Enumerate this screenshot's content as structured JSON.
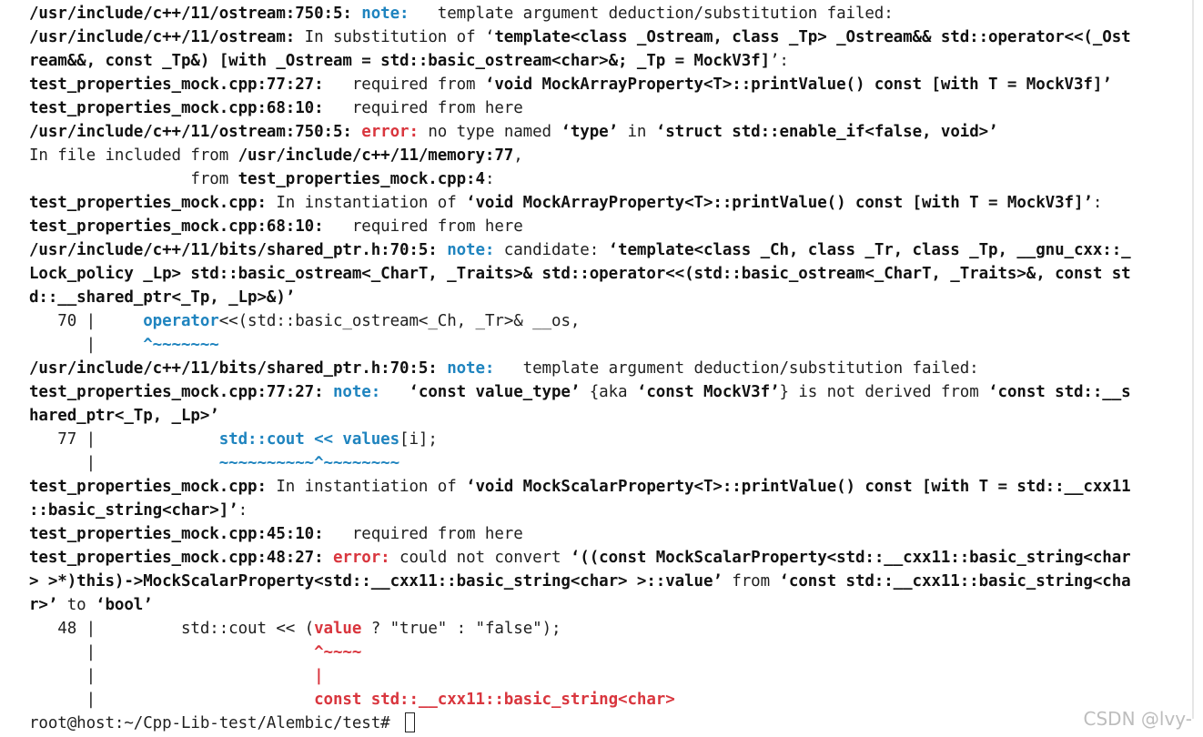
{
  "terminal": {
    "lines": [
      [
        {
          "t": "/usr/include/c++/11/ostream:750:5: ",
          "c": "b"
        },
        {
          "t": "note:",
          "c": "note"
        },
        {
          "t": "   template argument deduction/substitution failed:",
          "c": ""
        }
      ],
      [
        {
          "t": "/usr/include/c++/11/ostream:",
          "c": "b"
        },
        {
          "t": " In substitution of ",
          "c": ""
        },
        {
          "t": "‘",
          "c": ""
        },
        {
          "t": "template<class _Ostream, class _Tp> _Ostream&& std::operator<<(_Ost",
          "c": "b"
        }
      ],
      [
        {
          "t": "ream&&, const _Tp&) [with _Ostream = std::basic_ostream<char>&; _Tp = MockV3f]",
          "c": "b"
        },
        {
          "t": "’:",
          "c": ""
        }
      ],
      [
        {
          "t": "test_properties_mock.cpp:77:27:",
          "c": "b"
        },
        {
          "t": "   required from ",
          "c": ""
        },
        {
          "t": "‘void MockArrayProperty<T>::printValue() const [with T = MockV3f]’",
          "c": "b"
        }
      ],
      [
        {
          "t": "test_properties_mock.cpp:68:10:",
          "c": "b"
        },
        {
          "t": "   required from here",
          "c": ""
        }
      ],
      [
        {
          "t": "/usr/include/c++/11/ostream:750:5: ",
          "c": "b"
        },
        {
          "t": "error:",
          "c": "err"
        },
        {
          "t": " no type named ",
          "c": ""
        },
        {
          "t": "‘type’",
          "c": "b"
        },
        {
          "t": " in ",
          "c": ""
        },
        {
          "t": "‘struct std::enable_if<false, void>’",
          "c": "b"
        }
      ],
      [
        {
          "t": "In file included from ",
          "c": ""
        },
        {
          "t": "/usr/include/c++/11/memory:77",
          "c": "b"
        },
        {
          "t": ",",
          "c": ""
        }
      ],
      [
        {
          "t": "                 from ",
          "c": ""
        },
        {
          "t": "test_properties_mock.cpp:4",
          "c": "b"
        },
        {
          "t": ":",
          "c": ""
        }
      ],
      [
        {
          "t": "test_properties_mock.cpp:",
          "c": "b"
        },
        {
          "t": " In instantiation of ",
          "c": ""
        },
        {
          "t": "‘void MockArrayProperty<T>::printValue() const [with T = MockV3f]’",
          "c": "b"
        },
        {
          "t": ":",
          "c": ""
        }
      ],
      [
        {
          "t": "test_properties_mock.cpp:68:10:",
          "c": "b"
        },
        {
          "t": "   required from here",
          "c": ""
        }
      ],
      [
        {
          "t": "/usr/include/c++/11/bits/shared_ptr.h:70:5: ",
          "c": "b"
        },
        {
          "t": "note:",
          "c": "note"
        },
        {
          "t": " candidate: ",
          "c": ""
        },
        {
          "t": "‘template<class _Ch, class _Tr, class _Tp, __gnu_cxx::_",
          "c": "b"
        }
      ],
      [
        {
          "t": "Lock_policy _Lp> std::basic_ostream<_CharT, _Traits>& std::operator<<(std::basic_ostream<_CharT, _Traits>&, const st",
          "c": "b"
        }
      ],
      [
        {
          "t": "d::__shared_ptr<_Tp, _Lp>&)’",
          "c": "b"
        }
      ],
      [
        {
          "t": "   70 | ",
          "c": "gutter"
        },
        {
          "t": "    ",
          "c": ""
        },
        {
          "t": "operator",
          "c": "code-kw"
        },
        {
          "t": "<<(std::basic_ostream<_Ch, _Tr>& __os,",
          "c": ""
        }
      ],
      [
        {
          "t": "      | ",
          "c": "gutter"
        },
        {
          "t": "    ",
          "c": ""
        },
        {
          "t": "^~~~~~~~",
          "c": "tilde-blue"
        }
      ],
      [
        {
          "t": "/usr/include/c++/11/bits/shared_ptr.h:70:5: ",
          "c": "b"
        },
        {
          "t": "note:",
          "c": "note"
        },
        {
          "t": "   template argument deduction/substitution failed:",
          "c": ""
        }
      ],
      [
        {
          "t": "test_properties_mock.cpp:77:27: ",
          "c": "b"
        },
        {
          "t": "note:",
          "c": "note"
        },
        {
          "t": "   ",
          "c": ""
        },
        {
          "t": "‘const value_type’",
          "c": "b"
        },
        {
          "t": " {aka ",
          "c": ""
        },
        {
          "t": "‘const MockV3f’",
          "c": "b"
        },
        {
          "t": "} is not derived from ",
          "c": ""
        },
        {
          "t": "‘const std::__s",
          "c": "b"
        }
      ],
      [
        {
          "t": "hared_ptr<_Tp, _Lp>’",
          "c": "b"
        }
      ],
      [
        {
          "t": "   77 | ",
          "c": "gutter"
        },
        {
          "t": "            ",
          "c": ""
        },
        {
          "t": "std::cout << values",
          "c": "code-kw"
        },
        {
          "t": "[i];",
          "c": ""
        }
      ],
      [
        {
          "t": "      | ",
          "c": "gutter"
        },
        {
          "t": "            ",
          "c": ""
        },
        {
          "t": "~~~~~~~~~~^~~~~~~~~",
          "c": "tilde-blue"
        }
      ],
      [
        {
          "t": "test_properties_mock.cpp:",
          "c": "b"
        },
        {
          "t": " In instantiation of ",
          "c": ""
        },
        {
          "t": "‘void MockScalarProperty<T>::printValue() const [with T = std::__cxx11",
          "c": "b"
        }
      ],
      [
        {
          "t": "::basic_string<char>]’",
          "c": "b"
        },
        {
          "t": ":",
          "c": ""
        }
      ],
      [
        {
          "t": "test_properties_mock.cpp:45:10:",
          "c": "b"
        },
        {
          "t": "   required from here",
          "c": ""
        }
      ],
      [
        {
          "t": "test_properties_mock.cpp:48:27: ",
          "c": "b"
        },
        {
          "t": "error:",
          "c": "err"
        },
        {
          "t": " could not convert ",
          "c": ""
        },
        {
          "t": "‘((const MockScalarProperty<std::__cxx11::basic_string<char",
          "c": "b"
        }
      ],
      [
        {
          "t": "> >*)this)->MockScalarProperty<std::__cxx11::basic_string<char> >::value’",
          "c": "b"
        },
        {
          "t": " from ",
          "c": ""
        },
        {
          "t": "‘const std::__cxx11::basic_string<cha",
          "c": "b"
        }
      ],
      [
        {
          "t": "r>’",
          "c": "b"
        },
        {
          "t": " to ",
          "c": ""
        },
        {
          "t": "‘bool’",
          "c": "b"
        }
      ],
      [
        {
          "t": "   48 | ",
          "c": "gutter"
        },
        {
          "t": "        std::cout << (",
          "c": ""
        },
        {
          "t": "value",
          "c": "code-err"
        },
        {
          "t": " ? \"true\" : \"false\");",
          "c": ""
        }
      ],
      [
        {
          "t": "      | ",
          "c": "gutter"
        },
        {
          "t": "                      ",
          "c": ""
        },
        {
          "t": "^~~~~",
          "c": "tilde-red"
        }
      ],
      [
        {
          "t": "      | ",
          "c": "gutter"
        },
        {
          "t": "                      ",
          "c": ""
        },
        {
          "t": "|",
          "c": "tilde-red"
        }
      ],
      [
        {
          "t": "      | ",
          "c": "gutter"
        },
        {
          "t": "                      ",
          "c": ""
        },
        {
          "t": "const std::__cxx11::basic_string<char>",
          "c": "code-err"
        }
      ],
      [
        {
          "t": "root@host:~/Cpp-Lib-test/Alembic/test# ",
          "c": ""
        }
      ]
    ]
  },
  "prompt": "root@host:~/Cpp-Lib-test/Alembic/test# ",
  "watermark": "CSDN @lvy-",
  "colors": {
    "note": "#1f84bf",
    "error": "#d9363e",
    "text": "#1f1f1f",
    "background": "#ffffff"
  }
}
